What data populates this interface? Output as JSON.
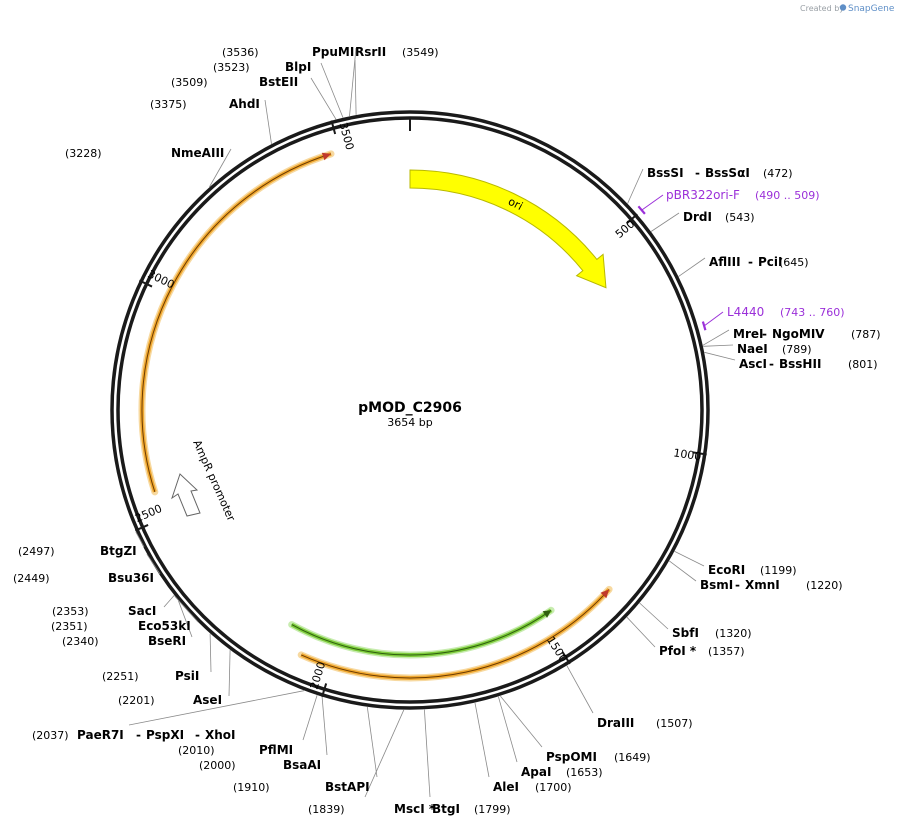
{
  "credit": {
    "prefix": "Created by",
    "brand": "SnapGene"
  },
  "plasmid": {
    "name": "pMOD_C2906",
    "length_label": "3654 bp",
    "length": 3654
  },
  "ticks": [
    {
      "pos": 500,
      "label": "500"
    },
    {
      "pos": 1000,
      "label": "1000"
    },
    {
      "pos": 1500,
      "label": "1500"
    },
    {
      "pos": 2000,
      "label": "2000"
    },
    {
      "pos": 2500,
      "label": "2500"
    },
    {
      "pos": 3000,
      "label": "3000"
    },
    {
      "pos": 3500,
      "label": "3500"
    }
  ],
  "features": [
    {
      "name": "ori",
      "label": "ori",
      "start": 0,
      "end": 589,
      "color": "#ffff00",
      "stroke": "#b8b800",
      "kind": "arrow",
      "ring": "inner"
    },
    {
      "name": "ampr-promoter",
      "label": "AmpR promoter",
      "color": "#ffffff",
      "stroke": "#666666",
      "kind": "promoter"
    },
    {
      "name": "orange-cds-left",
      "label": "",
      "start": 2560,
      "end": 3480,
      "color": "#f0a830",
      "kind": "arc-cw",
      "ring": "outer"
    },
    {
      "name": "orange-cds-bottom",
      "label": "",
      "start": 1340,
      "end": 2070,
      "color": "#f0a830",
      "kind": "arc-ccw",
      "ring": "outer"
    },
    {
      "name": "green-cds",
      "label": "",
      "start": 1470,
      "end": 2120,
      "color": "#7ccb3a",
      "kind": "arc-ccw-inner",
      "ring": "inner"
    }
  ],
  "sites": [
    {
      "id": "rsrii",
      "name": "RsrII",
      "pos_label": "(3549)",
      "pos": 3549
    },
    {
      "id": "ppumi",
      "name": "PpuMI",
      "pos_label": "(3536)",
      "pos": 3536
    },
    {
      "id": "blpi",
      "name": "BlpI",
      "pos_label": "(3523)",
      "pos": 3523
    },
    {
      "id": "bsteii",
      "name": "BstEII",
      "pos_label": "(3509)",
      "pos": 3509
    },
    {
      "id": "ahdi",
      "name": "AhdI",
      "pos_label": "(3375)",
      "pos": 3375
    },
    {
      "id": "nmeaiii",
      "name": "NmeAIII",
      "pos_label": "(3228)",
      "pos": 3228
    },
    {
      "id": "bsssi",
      "name": "BssSI",
      "name2": "BssSαI",
      "pos_label": "(472)",
      "pos": 472
    },
    {
      "id": "drdi",
      "name": "DrdI",
      "pos_label": "(543)",
      "pos": 543
    },
    {
      "id": "afliii",
      "name": "AflIII",
      "name2": "PciI",
      "pos_label": "(645)",
      "pos": 645
    },
    {
      "id": "mrei",
      "name": "MreI",
      "name2": "NgoMIV",
      "pos_label": "(787)",
      "pos": 787
    },
    {
      "id": "naei",
      "name": "NaeI",
      "pos_label": "(789)",
      "pos": 789
    },
    {
      "id": "asci",
      "name": "AscI",
      "name2": "BssHII",
      "pos_label": "(801)",
      "pos": 801
    },
    {
      "id": "ecori",
      "name": "EcoRI",
      "pos_label": "(1199)",
      "pos": 1199
    },
    {
      "id": "bsmi",
      "name": "BsmI",
      "name2": "XmnI",
      "pos_label": "(1220)",
      "pos": 1220
    },
    {
      "id": "sbfi",
      "name": "SbfI",
      "pos_label": "(1320)",
      "pos": 1320
    },
    {
      "id": "pfoi",
      "name": "PfoI *",
      "pos_label": "(1357)",
      "pos": 1357
    },
    {
      "id": "draiii",
      "name": "DraIII",
      "pos_label": "(1507)",
      "pos": 1507
    },
    {
      "id": "pspomi",
      "name": "PspOMI",
      "pos_label": "(1649)",
      "pos": 1649
    },
    {
      "id": "apai",
      "name": "ApaI",
      "pos_label": "(1653)",
      "pos": 1653
    },
    {
      "id": "alei",
      "name": "AleI",
      "pos_label": "(1700)",
      "pos": 1700
    },
    {
      "id": "btgi",
      "name": "BtgI",
      "pos_label": "(1799)",
      "pos": 1799
    },
    {
      "id": "msci",
      "name": "MscI *",
      "pos_label": "(1839)",
      "pos": 1839
    },
    {
      "id": "bstapi",
      "name": "BstAPI",
      "pos_label": "(1910)",
      "pos": 1910
    },
    {
      "id": "bsaai",
      "name": "BsaAI",
      "pos_label": "(2000)",
      "pos": 2000
    },
    {
      "id": "pflmi",
      "name": "PflMI",
      "pos_label": "(2010)",
      "pos": 2010
    },
    {
      "id": "paer7i",
      "name": "PaeR7I",
      "name2": "PspXI",
      "name3": "XhoI",
      "pos_label": "(2037)",
      "pos": 2037
    },
    {
      "id": "asei",
      "name": "AseI",
      "pos_label": "(2201)",
      "pos": 2201
    },
    {
      "id": "psii",
      "name": "PsiI",
      "pos_label": "(2251)",
      "pos": 2251
    },
    {
      "id": "bseri",
      "name": "BseRI",
      "pos_label": "(2340)",
      "pos": 2340
    },
    {
      "id": "eco53ki",
      "name": "Eco53kI",
      "pos_label": "(2351)",
      "pos": 2351
    },
    {
      "id": "saci",
      "name": "SacI",
      "pos_label": "(2353)",
      "pos": 2353
    },
    {
      "id": "bsu36i",
      "name": "Bsu36I",
      "pos_label": "(2449)",
      "pos": 2449
    },
    {
      "id": "btgzi",
      "name": "BtgZI",
      "pos_label": "(2497)",
      "pos": 2497
    }
  ],
  "primers": [
    {
      "id": "pbr322ori-f",
      "name": "pBR322ori-F",
      "range_label": "(490 .. 509)",
      "start": 490,
      "end": 509
    },
    {
      "id": "l4440",
      "name": "L4440",
      "range_label": "(743 .. 760)",
      "start": 743,
      "end": 760
    }
  ]
}
